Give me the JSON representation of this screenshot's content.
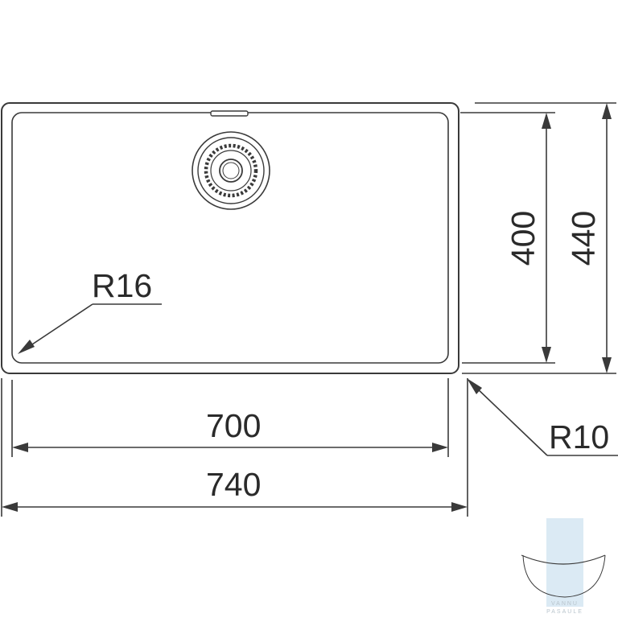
{
  "drawing": {
    "labels": {
      "inner_width": "700",
      "outer_width": "740",
      "inner_depth": "400",
      "outer_depth": "440",
      "inner_radius": "R16",
      "outer_radius": "R10"
    },
    "watermark": {
      "line1": "VANNU",
      "line2": "PASAULE"
    },
    "colors": {
      "line": "#3a3a3a",
      "watermark": "#cfe3f0"
    }
  }
}
